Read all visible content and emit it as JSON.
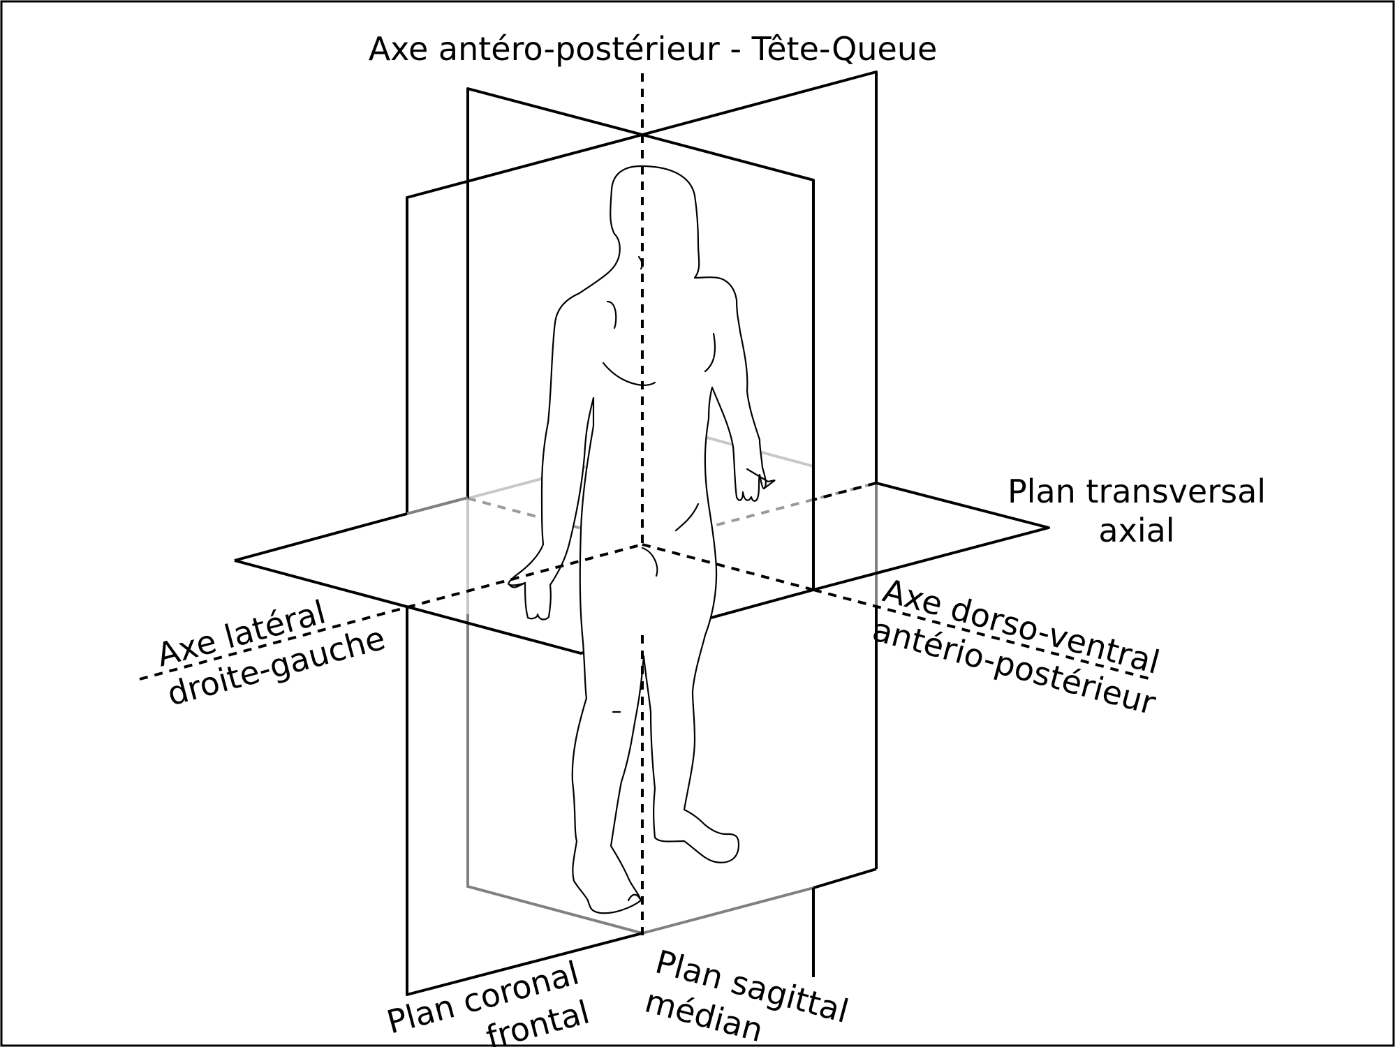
{
  "labels": {
    "axis_vertical": "Axe antéro-postérieur - Tête-Queue",
    "plane_transverse_line1": "Plan transversal",
    "plane_transverse_line2": "axial",
    "axis_lateral_line1": "Axe latéral",
    "axis_lateral_line2": "droite-gauche",
    "axis_dorsoventral_line1": "Axe dorso-ventral",
    "axis_dorsoventral_line2": "antério-postérieur",
    "plane_coronal_line1": "Plan coronal",
    "plane_coronal_line2": "frontal",
    "plane_sagittal_line1": "Plan sagittal",
    "plane_sagittal_line2": "médian"
  },
  "colors": {
    "ink": "#000000",
    "hidden_edge": "#808080",
    "faint_edge": "#c8c8c8",
    "background": "#ffffff"
  }
}
